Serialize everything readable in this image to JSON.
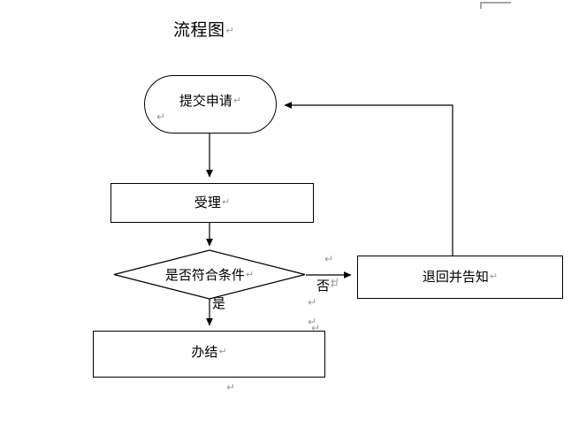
{
  "document": {
    "title": "流程图",
    "return_mark": "↵",
    "margin_guide": "page-margin-corner-mark"
  },
  "flowchart": {
    "type": "flowchart",
    "nodes": [
      {
        "id": "submit",
        "shape": "rounded-rectangle",
        "label": "提交申请",
        "return_mark": "↵",
        "extra_return_mark": "↵"
      },
      {
        "id": "accept",
        "shape": "rectangle",
        "label": "受理",
        "return_mark": "↵"
      },
      {
        "id": "decision",
        "shape": "diamond",
        "label": "是否符合条件",
        "return_mark": "↵"
      },
      {
        "id": "reject",
        "shape": "rectangle",
        "label": "退回并告知",
        "return_mark": "↵"
      },
      {
        "id": "complete",
        "shape": "rectangle",
        "label": "办结",
        "return_mark": "↵"
      }
    ],
    "edges": [
      {
        "id": "submit-to-accept",
        "from": "submit",
        "to": "accept",
        "label": ""
      },
      {
        "id": "accept-to-decision",
        "from": "accept",
        "to": "decision",
        "label": ""
      },
      {
        "id": "decision-to-complete",
        "from": "decision",
        "to": "complete",
        "label": "是"
      },
      {
        "id": "decision-to-reject",
        "from": "decision",
        "to": "reject",
        "label": "否",
        "label_return_mark": "↵"
      },
      {
        "id": "reject-to-submit",
        "from": "reject",
        "to": "submit",
        "label": ""
      }
    ],
    "stray_return_marks": [
      {
        "id": "mark-right-1",
        "glyph": "↵"
      },
      {
        "id": "mark-right-2",
        "glyph": "↵"
      },
      {
        "id": "mark-right-3",
        "glyph": "↵"
      },
      {
        "id": "mark-right-4",
        "glyph": "↵"
      },
      {
        "id": "mark-above-complete",
        "glyph": "↵"
      },
      {
        "id": "mark-below-complete",
        "glyph": "↵"
      }
    ],
    "colors": {
      "stroke": "#000000",
      "fill": "#ffffff",
      "text": "#000000",
      "return_mark": "#9a9a9a",
      "margin_guide": "#a6a6a6"
    }
  }
}
